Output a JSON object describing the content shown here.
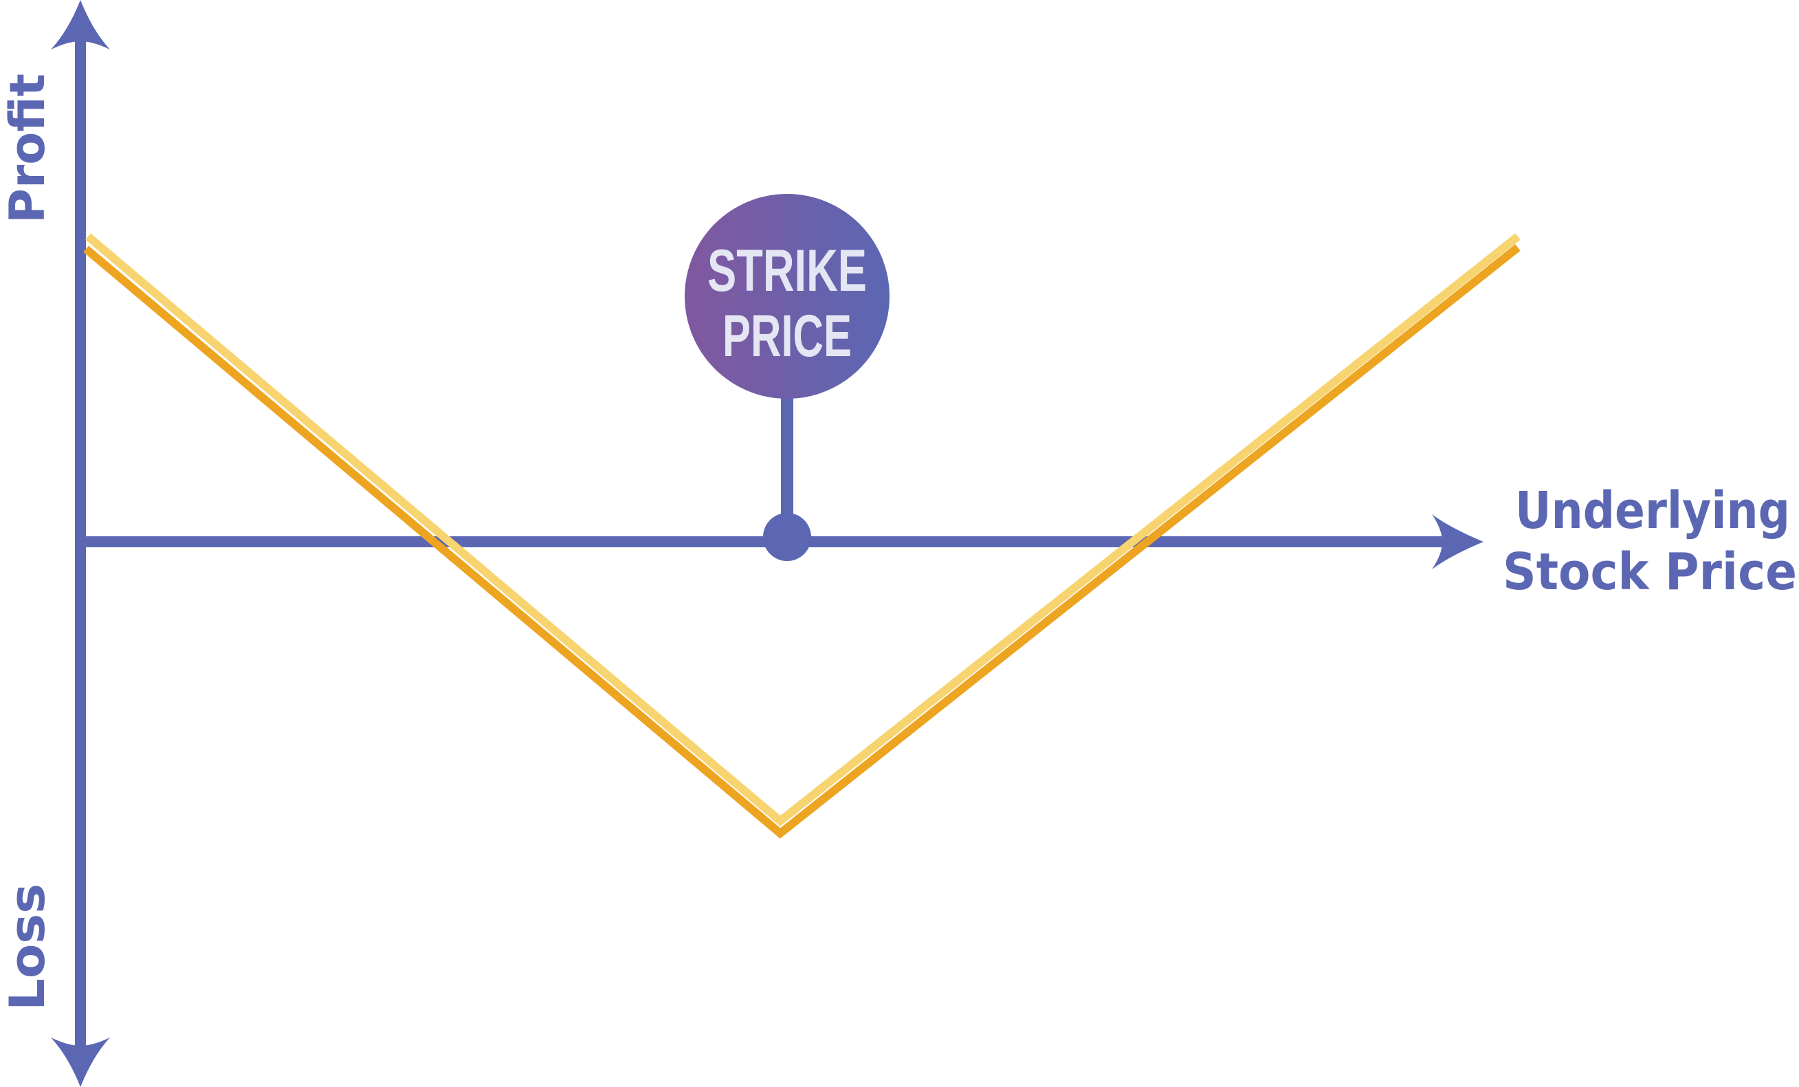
{
  "diagram": {
    "y_axis_top_label": "Profit",
    "y_axis_bottom_label": "Loss",
    "x_axis_label_line1": "Underlying",
    "x_axis_label_line2": "Stock Price",
    "marker_label_line1": "STRIKE",
    "marker_label_line2": "PRICE"
  },
  "colors": {
    "axis": "#5b67b3",
    "payoff_light": "#f7d46f",
    "payoff_dark": "#eca421",
    "marker_gradient_start": "#81589f",
    "marker_gradient_end": "#5b67b3",
    "marker_text": "#e4e6f4"
  }
}
